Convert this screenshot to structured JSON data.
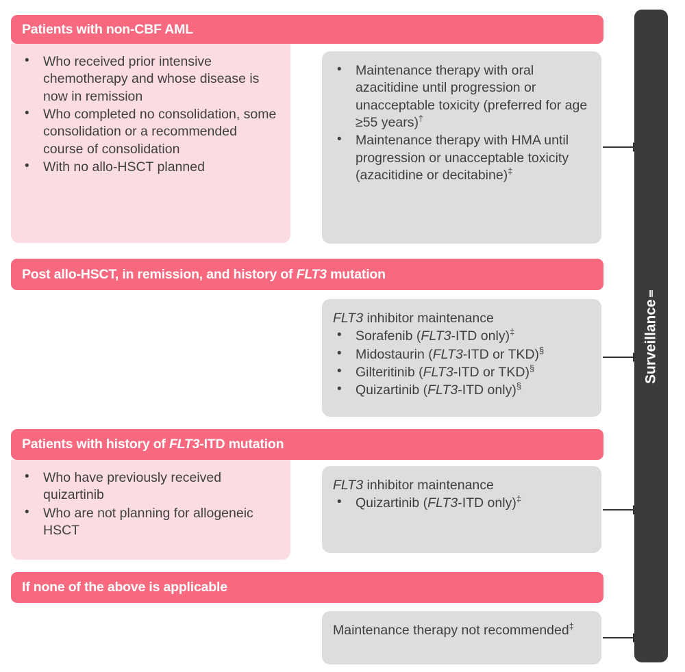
{
  "figure": {
    "type": "clinical-treatment-algorithm",
    "title": "AML maintenance therapy decision pathway",
    "colors": {
      "header_pink": "#F8687F",
      "panel_pink": "#FBDCE3",
      "panel_gray": "#DEDDDE",
      "surveillance_bar": "#3B3B3B",
      "text": "#3f3f3f",
      "arrow": "#2f2f2f"
    }
  },
  "surveillance": {
    "label": "Surveillance",
    "footnote": "‖"
  },
  "sections": [
    {
      "id": "non-cbf-aml",
      "header": "Patients with non-CBF AML",
      "criteria": {
        "type": "bullets",
        "items": [
          "Who received prior intensive chemotherapy and whose disease is now in remission",
          "Who completed no consolidation, some consolidation or a recommended course of consolidation",
          "With no allo-HSCT planned"
        ]
      },
      "recommendation": {
        "lead": "",
        "bullets": [
          {
            "text": "Maintenance therapy with oral azacitidine until progression or unacceptable toxicity (preferred for age ≥55 years)",
            "footnote": "†"
          },
          {
            "text": "Maintenance therapy with HMA until progression or unacceptable toxicity (azacitidine or decitabine)",
            "footnote": "‡"
          }
        ]
      },
      "arrow": true
    },
    {
      "id": "post-allo-hsct-flt3",
      "header_parts": [
        {
          "text": "Post allo-HSCT, in remission, and history of ",
          "italic": false
        },
        {
          "text": "FLT3",
          "italic": true
        },
        {
          "text": " mutation",
          "italic": false
        }
      ],
      "header": "Post allo-HSCT, in remission, and history of FLT3 mutation",
      "criteria": null,
      "recommendation": {
        "lead_parts": [
          {
            "text": "FLT3",
            "italic": true
          },
          {
            "text": " inhibitor maintenance",
            "italic": false
          }
        ],
        "lead": "FLT3 inhibitor maintenance",
        "bullets": [
          {
            "drug": "Sorafenib",
            "qualifier_gene": "FLT3",
            "qualifier_rest": "-ITD only",
            "footnote": "‡"
          },
          {
            "drug": "Midostaurin",
            "qualifier_gene": "FLT3",
            "qualifier_rest": "-ITD or TKD",
            "footnote": "§"
          },
          {
            "drug": "Gilteritinib",
            "qualifier_gene": "FLT3",
            "qualifier_rest": "-ITD or TKD",
            "footnote": "§"
          },
          {
            "drug": "Quizartinib",
            "qualifier_gene": "FLT3",
            "qualifier_rest": "-ITD only",
            "footnote": "§"
          }
        ]
      },
      "arrow": true
    },
    {
      "id": "flt3-itd-history",
      "header_parts": [
        {
          "text": "Patients with history of ",
          "italic": false
        },
        {
          "text": "FLT3",
          "italic": true
        },
        {
          "text": "-ITD mutation",
          "italic": false
        }
      ],
      "header": "Patients with history of FLT3-ITD mutation",
      "criteria": {
        "type": "bullets",
        "items": [
          "Who have previously received quizartinib",
          "Who are not planning for allogeneic HSCT"
        ]
      },
      "recommendation": {
        "lead_parts": [
          {
            "text": "FLT3",
            "italic": true
          },
          {
            "text": " inhibitor maintenance",
            "italic": false
          }
        ],
        "lead": "FLT3 inhibitor maintenance",
        "bullets": [
          {
            "drug": "Quizartinib",
            "qualifier_gene": "FLT3",
            "qualifier_rest": "-ITD only",
            "footnote": "‡"
          }
        ]
      },
      "arrow": true
    },
    {
      "id": "none-applicable",
      "header": "If none of the above is applicable",
      "criteria": null,
      "recommendation": {
        "lead": "",
        "plain": "Maintenance therapy not recommended",
        "plain_footnote": "‡"
      },
      "arrow": true
    }
  ]
}
